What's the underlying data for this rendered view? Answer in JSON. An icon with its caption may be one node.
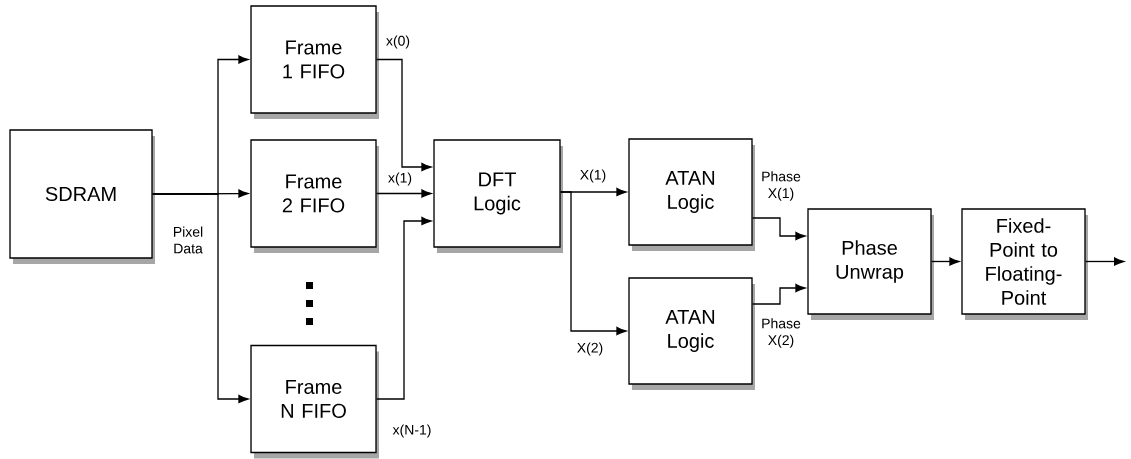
{
  "diagram": {
    "nodes": [
      {
        "text": [
          "SDRAM"
        ]
      },
      {
        "text": [
          "Frame 1 FIFO"
        ]
      },
      {
        "text": [
          "Frame 2 FIFO"
        ]
      },
      {
        "text": [
          "Frame N FIFO"
        ]
      },
      {
        "text": [
          "DFT Logic"
        ]
      },
      {
        "text": [
          "ATAN Logic"
        ]
      },
      {
        "text": [
          "ATAN Logic"
        ]
      },
      {
        "text": [
          "Phase Unwrap"
        ]
      },
      {
        "text": [
          "Fixed-Point to Floating-Point"
        ]
      }
    ],
    "edges": [
      {
        "from": 0,
        "to": 1,
        "arrow": "to"
      },
      {
        "from": 0,
        "to": 2,
        "arrow": "to",
        "label": "Pixel Data"
      },
      {
        "from": 0,
        "to": 3,
        "arrow": "to"
      },
      {
        "from": 1,
        "to": 4,
        "arrow": "to",
        "label": "x(0)"
      },
      {
        "from": 2,
        "to": 4,
        "arrow": "to",
        "label": "x(1)"
      },
      {
        "from": 3,
        "to": 4,
        "arrow": "to",
        "label": "x(N-1)"
      },
      {
        "from": 4,
        "to": 5,
        "arrow": "to",
        "label": "X(1)"
      },
      {
        "from": 4,
        "to": 6,
        "arrow": "to",
        "label": "X(2)"
      },
      {
        "from": 5,
        "to": 7,
        "arrow": "to",
        "label": "Phase X(1)"
      },
      {
        "from": 6,
        "to": 7,
        "arrow": "to",
        "label": "Phase X(2)"
      },
      {
        "from": 7,
        "to": 8,
        "arrow": "to"
      },
      {
        "from": 8,
        "to": null,
        "arrow": "to"
      }
    ]
  }
}
